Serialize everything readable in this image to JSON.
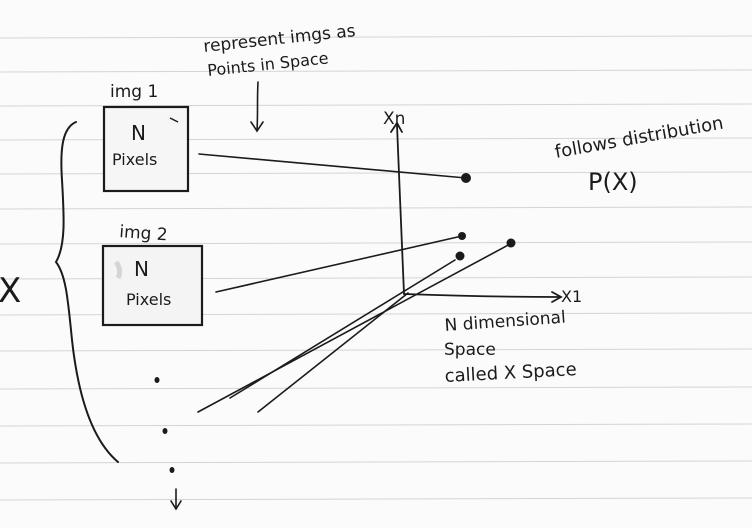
{
  "notes": {
    "annotation_line1": "represent imgs as",
    "annotation_line2": "Points in Space",
    "distribution_line1": "follows distribution",
    "distribution_symbol": "P(X)",
    "set_symbol": "X",
    "space_line1": "N dimensional",
    "space_line2": "Space",
    "space_line3": "called X Space"
  },
  "images": [
    {
      "label": "img 1",
      "line1": "N",
      "line2": "Pixels"
    },
    {
      "label": "img 2",
      "line1": "N",
      "line2": "Pixels"
    }
  ],
  "axes": {
    "vertical_label": "Xn",
    "horizontal_label": "X1"
  },
  "colors": {
    "ink": "#1b1b1b",
    "rule_line": "#d4d4d4",
    "paper": "#fbfbfb"
  }
}
